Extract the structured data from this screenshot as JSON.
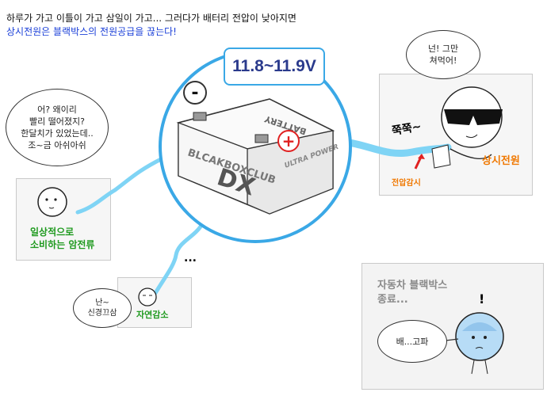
{
  "header": {
    "line1": "하루가 가고 이틀이 가고 삼일이 가고... 그러다가 배터리 전압이 낮아지면",
    "line2": "상시전원은 블랙박스의 전원공급을 끊는다!"
  },
  "voltage": "11.8~11.9V",
  "battery": {
    "minus": "-",
    "plus": "+",
    "brand": "BLCAKBOXCLUB",
    "model": "DX",
    "label": "BATTERY",
    "badge": "ULTRA POWER"
  },
  "left_panel": {
    "bubble_lines": [
      "어? 왜이리",
      "빨리 떨어졌지?",
      "한달치가 있었는데..",
      "조~금 아쉬아쉬"
    ],
    "caption_lines": [
      "일상적으로",
      "소비하는 암전류"
    ]
  },
  "bottom_panel": {
    "dots": "...",
    "bubble_lines": [
      "난~",
      "신경끄삼"
    ],
    "caption": "자연감소"
  },
  "right_panel": {
    "bubble_lines": [
      "넌! 그만",
      "쳐먹어!"
    ],
    "sound": "쭉쭉~",
    "caption": "상시전원",
    "sub_caption": "전압감시"
  },
  "end_panel": {
    "title_lines": [
      "자동차 블랙박스",
      "종료..."
    ],
    "exclaim": "!",
    "bubble": "배...고파"
  },
  "colors": {
    "cable": "#7fd4f5",
    "frame": "#3aa8e6",
    "voltage_text": "#2a3a8c",
    "green": "#1f9a1f",
    "orange": "#f07800",
    "blue_text": "#1a3fd8",
    "red_marker": "#e02020"
  }
}
